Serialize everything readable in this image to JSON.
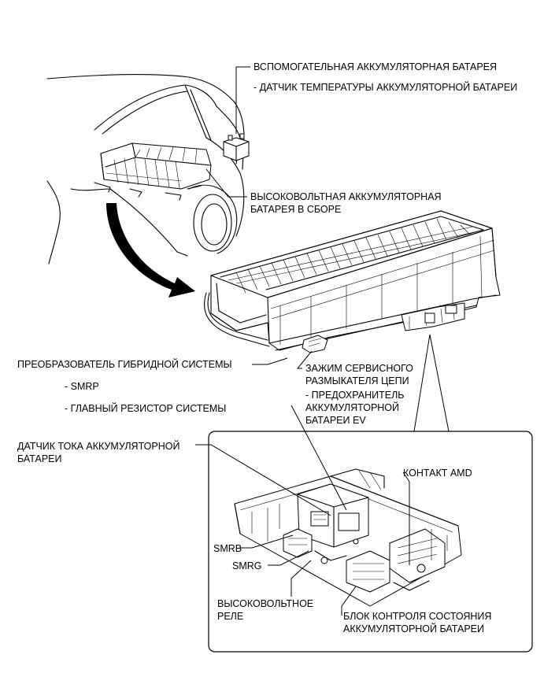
{
  "labels": {
    "aux_battery": "ВСПОМОГАТЕЛЬНАЯ АККУМУЛЯТОРНАЯ БАТАРЕЯ",
    "temp_sensor": "- ДАТЧИК ТЕМПЕРАТУРЫ АККУМУЛЯТОРНОЙ БАТАРЕИ",
    "hv_battery_line1": "ВЫСОКОВОЛЬТНАЯ АККУМУЛЯТОРНАЯ",
    "hv_battery_line2": "БАТАРЕЯ В СБОРЕ",
    "inverter": "ПРЕОБРАЗОВАТЕЛЬ ГИБРИДНОЙ СИСТЕМЫ",
    "smrp": "- SMRP",
    "main_resistor": "- ГЛАВНЫЙ РЕЗИСТОР СИСТЕМЫ",
    "service_plug_line1": "ЗАЖИМ СЕРВИСНОГО",
    "service_plug_line2": "РАЗМЫКАТЕЛЯ ЦЕПИ",
    "fuse_line1": "- ПРЕДОХРАНИТЕЛЬ",
    "fuse_line2": "АККУМУЛЯТОРНОЙ",
    "fuse_line3": "БАТАРЕИ EV",
    "current_sensor_line1": "ДАТЧИК ТОКА АККУМУЛЯТОРНОЙ",
    "current_sensor_line2": "БАТАРЕИ",
    "amd_contact": "КОНТАКТ AMD",
    "smrb": "SMRB",
    "smrg": "SMRG",
    "hv_relay_line1": "ВЫСОКОВОЛЬТНОЕ",
    "hv_relay_line2": "РЕЛЕ",
    "monitor_line1": "БЛОК КОНТРОЛЯ СОСТОЯНИЯ",
    "monitor_line2": "АККУМУЛЯТОРНОЙ БАТАРЕИ"
  }
}
